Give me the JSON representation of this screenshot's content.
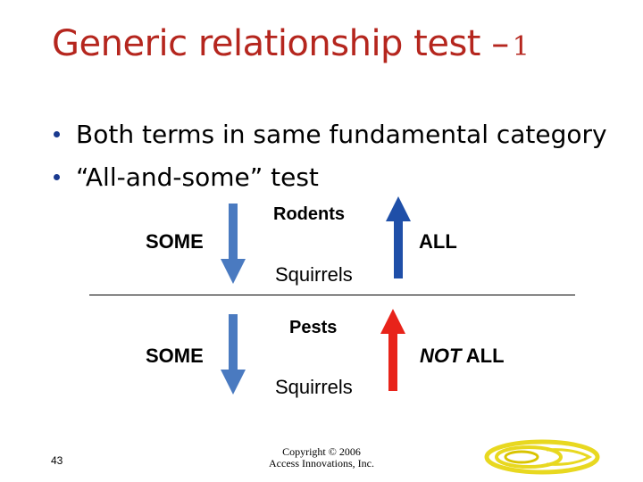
{
  "title": {
    "text": "Generic relationship test –",
    "number": "1"
  },
  "bullets": [
    {
      "text": "Both terms in same fundamental category"
    },
    {
      "text": "“All-and-some” test"
    }
  ],
  "diagram1": {
    "top_term": "Rodents",
    "bottom_term": "Squirrels",
    "down_label": "SOME",
    "up_label": "ALL",
    "down_arrow_color": "#4a7ac0",
    "up_arrow_color": "#1f4fa8"
  },
  "diagram2": {
    "top_term": "Pests",
    "bottom_term": "Squirrels",
    "down_label": "SOME",
    "up_label_emphasis": "NOT",
    "up_label_rest": " ALL",
    "down_arrow_color": "#4a7ac0",
    "up_arrow_color": "#e8231a"
  },
  "footer": {
    "slide_number": "43",
    "copyright_line1": "Copyright © 2006",
    "copyright_line2": "Access Innovations, Inc."
  },
  "colors": {
    "title": "#b5261e",
    "bullet": "#1a3a8f",
    "logo": "#e8d820"
  },
  "logo_icon": "access-innovations-logo"
}
